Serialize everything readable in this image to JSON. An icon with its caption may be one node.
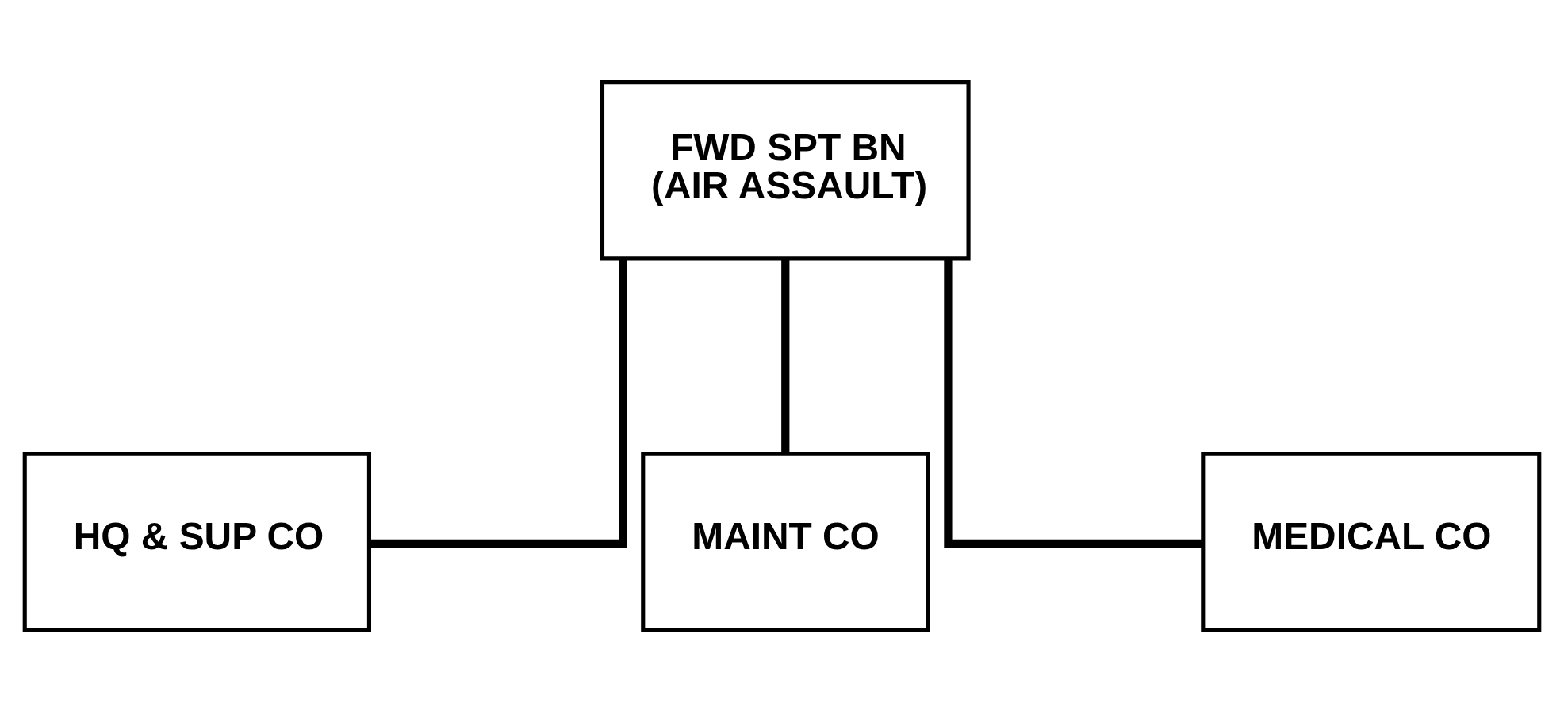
{
  "diagram": {
    "nodes": [
      {
        "text": [
          "FWD SPT BN (AIR ASSAULT)"
        ]
      },
      {
        "text": [
          "HQ & SUP CO"
        ]
      },
      {
        "text": [
          "MAINT CO"
        ]
      },
      {
        "text": [
          "MEDICAL CO"
        ]
      }
    ],
    "edges": [
      {
        "from": 0,
        "to": 1,
        "arrow": "none"
      },
      {
        "from": 0,
        "to": 2,
        "arrow": "none"
      },
      {
        "from": 0,
        "to": 3,
        "arrow": "none"
      }
    ]
  }
}
